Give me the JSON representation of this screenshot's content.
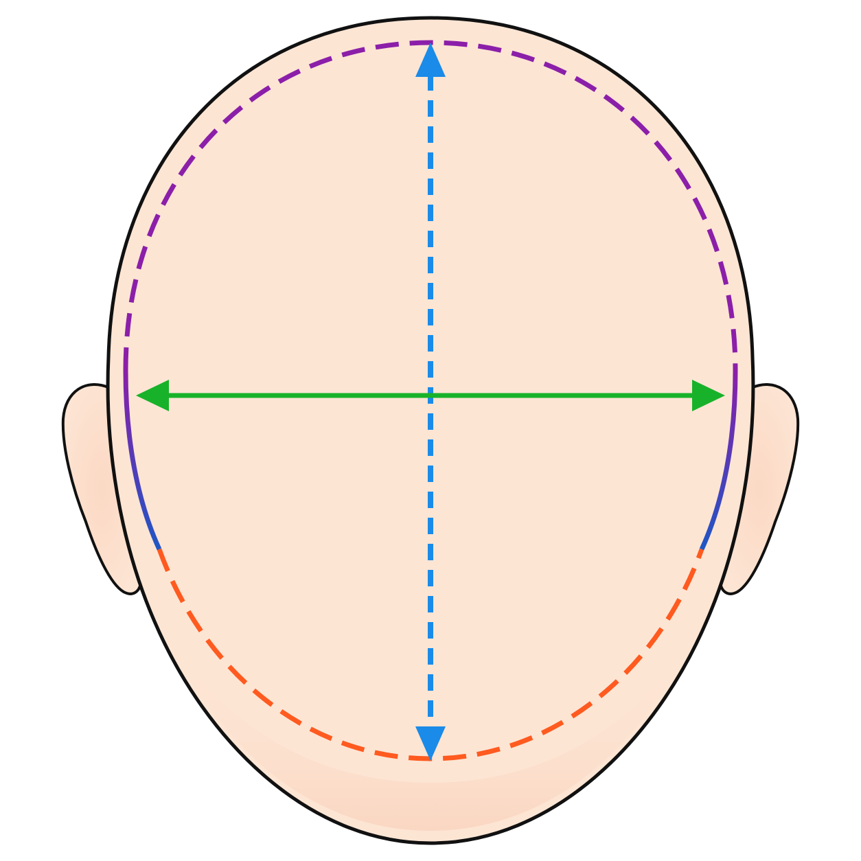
{
  "diagram": {
    "subject": "face-shape-measurement",
    "colors": {
      "background": "#ffffff",
      "skin": "#fde5d4",
      "skin_shadow": "#f9d3bd",
      "outline": "#111111",
      "forehead_arc": "#8b1fa9",
      "cheek_transition": "#2a4fb8",
      "jaw_arc": "#ff5a1f",
      "face_length_arrow": "#1a8be8",
      "face_width_arrow": "#18b22a"
    },
    "measurements": [
      {
        "id": "face-length",
        "orientation": "vertical",
        "style": "dashed",
        "color_key": "face_length_arrow"
      },
      {
        "id": "face-width",
        "orientation": "horizontal",
        "style": "solid",
        "color_key": "face_width_arrow"
      },
      {
        "id": "forehead-contour",
        "style": "dashed",
        "color_key": "forehead_arc"
      },
      {
        "id": "jaw-contour",
        "style": "dashed",
        "color_key": "jaw_arc"
      }
    ]
  }
}
